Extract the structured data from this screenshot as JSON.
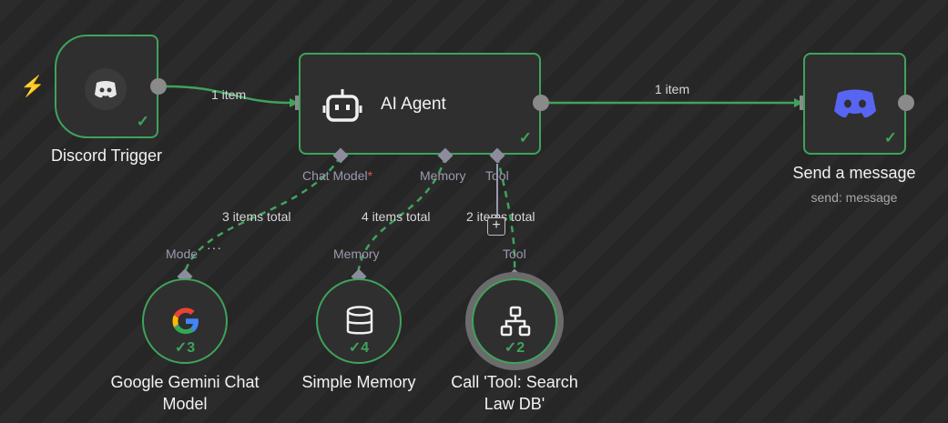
{
  "nodes": {
    "discord_trigger": {
      "title": "Discord Trigger"
    },
    "ai_agent": {
      "title": "AI Agent",
      "ports": {
        "chat_model": "Chat Model",
        "required_mark": "*",
        "memory": "Memory",
        "tool": "Tool"
      }
    },
    "send_message": {
      "title": "Send a message",
      "subtitle": "send: message"
    },
    "gemini": {
      "title_line1": "Google Gemini Chat",
      "title_line2": "Model",
      "port": "Mode",
      "count": "3"
    },
    "memory": {
      "title": "Simple Memory",
      "port": "Memory",
      "count": "4"
    },
    "tool": {
      "title_line1": "Call 'Tool: Search",
      "title_line2": "Law DB'",
      "port": "Tool",
      "count": "2"
    }
  },
  "edges": {
    "trigger_to_agent": "1 item",
    "agent_to_send": "1 item",
    "gemini_to_agent": "3 items total",
    "memory_to_agent": "4 items total",
    "tool_to_agent": "2 items total"
  },
  "controls": {
    "add": "+",
    "more": "···",
    "check": "✓",
    "trigger_bolt": "⚡"
  },
  "colors": {
    "success": "#3fa35b",
    "discord": "#5865f2",
    "warning_bolt": "#e5574c",
    "required": "#e05555"
  }
}
